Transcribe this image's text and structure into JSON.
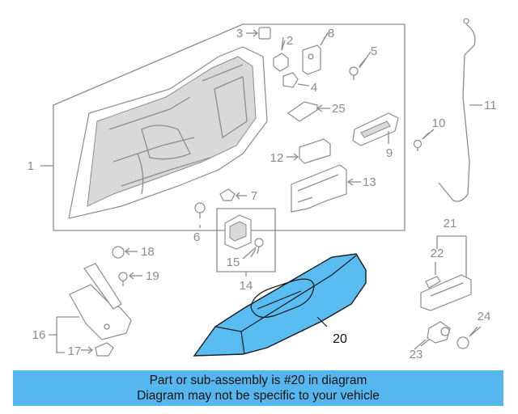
{
  "labels": {
    "l1": "1",
    "l2": "2",
    "l3": "3",
    "l4": "4",
    "l5": "5",
    "l6": "6",
    "l7": "7",
    "l8": "8",
    "l9": "9",
    "l10": "10",
    "l11": "11",
    "l12": "12",
    "l13": "13",
    "l14": "14",
    "l15": "15",
    "l16": "16",
    "l17": "17",
    "l18": "18",
    "l19": "19",
    "l20": "20",
    "l21": "21",
    "l22": "22",
    "l23": "23",
    "l24": "24",
    "l25": "25"
  },
  "highlight_part": "20",
  "colors": {
    "highlight": "#59bdf2",
    "banner": "#56b7ef",
    "linework": "#8c8c8c"
  },
  "banner": {
    "line1": "Part or sub-assembly is #20 in diagram",
    "line2": "Diagram may not be specific to your vehicle"
  }
}
